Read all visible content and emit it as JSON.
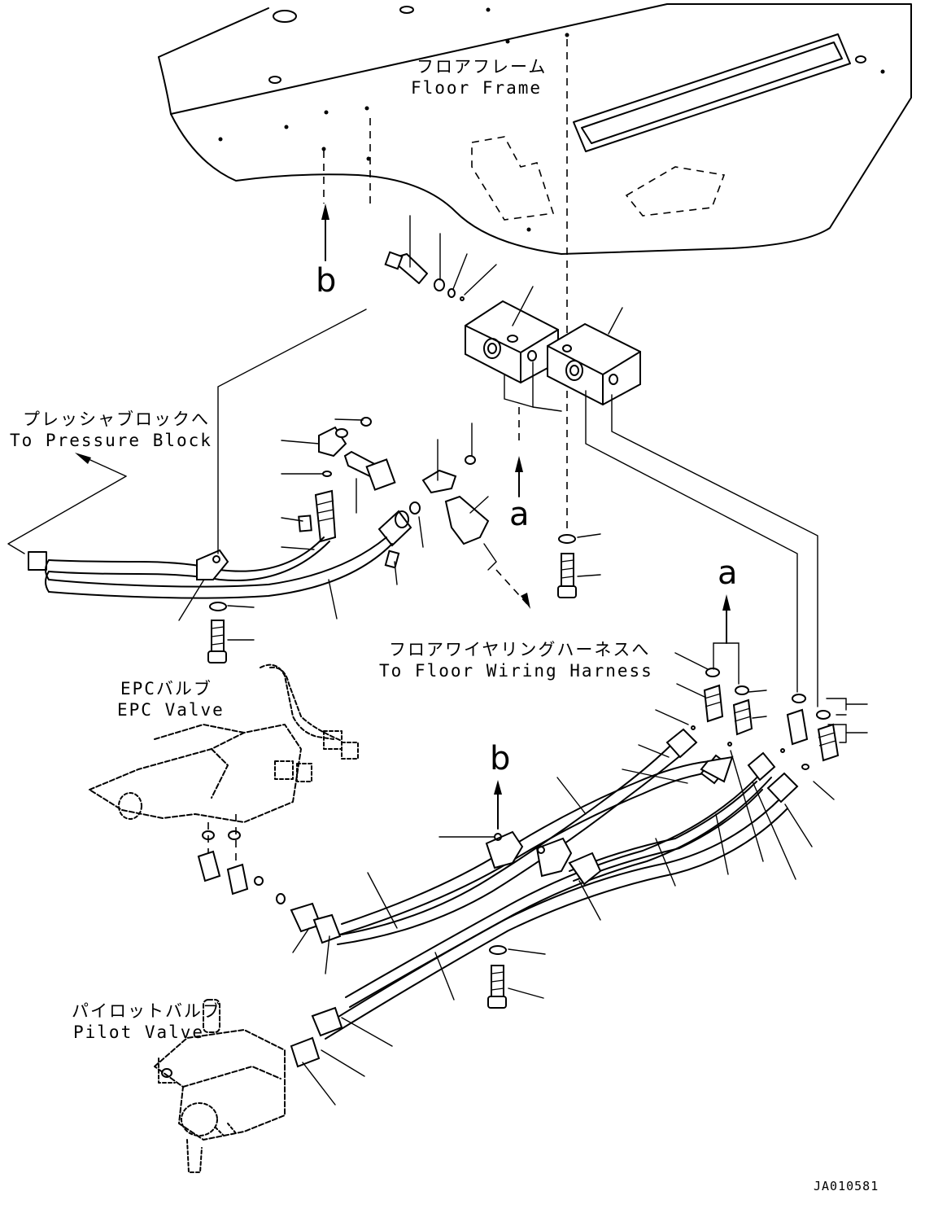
{
  "labels": {
    "floor_frame_jp": "フロアフレーム",
    "floor_frame_en": "Floor Frame",
    "pressure_block_jp": "プレッシャブロックへ",
    "pressure_block_en": "To Pressure Block",
    "floor_harness_jp": "フロアワイヤリングハーネスへ",
    "floor_harness_en": "To Floor Wiring Harness",
    "epc_valve_jp": "EPCバルブ",
    "epc_valve_en": "EPC Valve",
    "pilot_valve_jp": "パイロットバルブ",
    "pilot_valve_en": "Pilot Valve"
  },
  "callouts": {
    "b_top": "b",
    "a_center": "a",
    "a_right": "a",
    "b_lower": "b"
  },
  "drawing_code": "JA010581"
}
